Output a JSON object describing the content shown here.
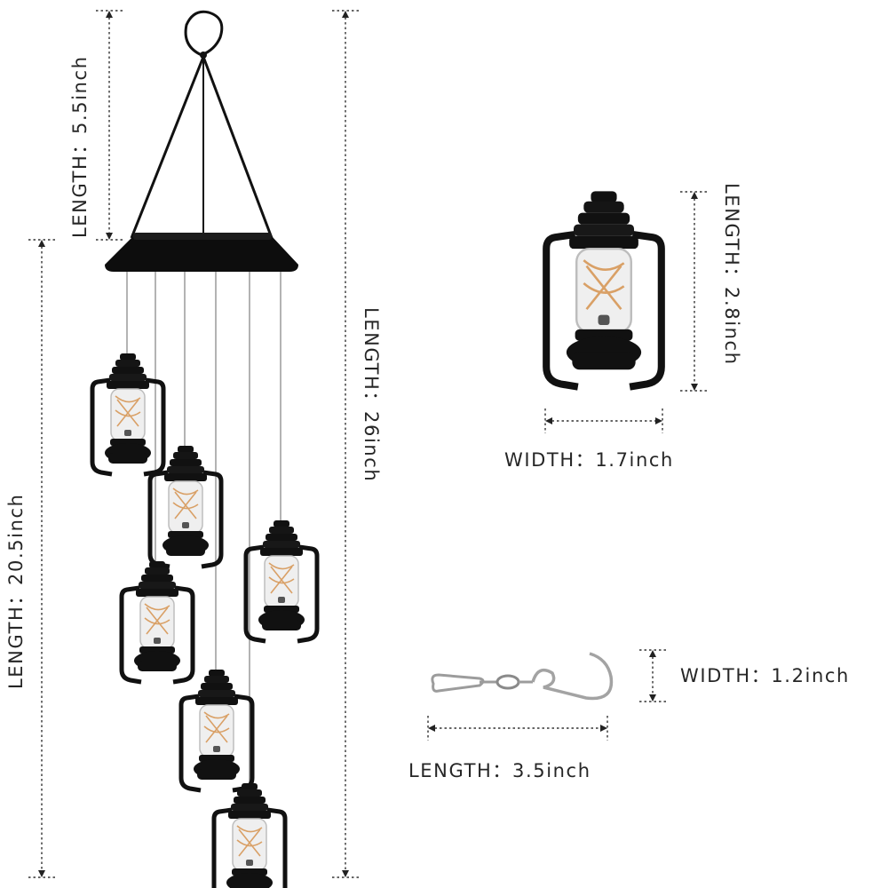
{
  "image": {
    "subject": "solar lantern wind chime product dimension diagram",
    "colors": {
      "background": "#ffffff",
      "product": "#111111",
      "line": "#222222",
      "filament": "#d9a066",
      "glass": "#e9e9e9",
      "metal": "#9c9c9c"
    }
  },
  "labels": {
    "top_length": "LENGTH：5.5inch",
    "body_length": "LENGTH：20.5inch",
    "total_length": "LENGTH：26inch",
    "lantern_length": "LENGTH：2.8inch",
    "lantern_width": "WIDTH：1.7inch",
    "hook_width": "WIDTH：1.2inch",
    "hook_length": "LENGTH：3.5inch"
  }
}
